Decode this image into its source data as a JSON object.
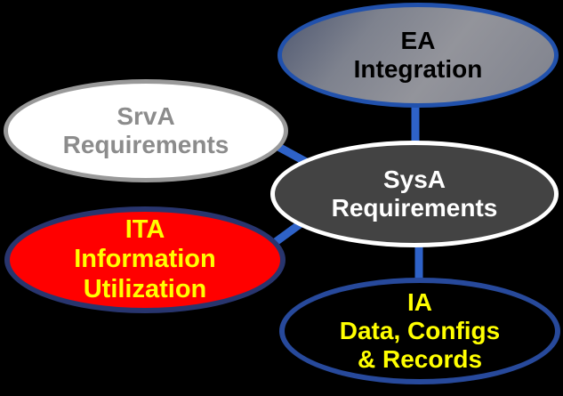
{
  "diagram": {
    "background_color": "#000000",
    "connector_color": "#2E62C8",
    "nodes": {
      "ea_integration": {
        "line1": "EA",
        "line2": "Integration",
        "fill_gradient": [
          "#4E5770",
          "#93949B",
          "#7F828D"
        ],
        "border_color": "#2151AC",
        "text_color": "#000000"
      },
      "srva_requirements": {
        "line1": "SrvA",
        "line2": "Requirements",
        "fill": "#FFFFFF",
        "border_color": "#999999",
        "text_color": "#8C8C8C"
      },
      "sysa_requirements": {
        "line1": "SysA",
        "line2": "Requirements",
        "fill": "#434343",
        "border_color": "#FFFFFF",
        "text_color": "#FFFFFF"
      },
      "ita_information_utilization": {
        "line1": "ITA",
        "line2": "Information",
        "line3": "Utilization",
        "fill": "#FF0000",
        "border_color": "#28356E",
        "text_color": "#FFFF00"
      },
      "ia_data_configs_records": {
        "line1": "IA",
        "line2": "Data, Configs",
        "line3": "& Records",
        "fill": "#000000",
        "border_color": "#27499B",
        "text_color": "#FFFF00"
      }
    },
    "connections": [
      {
        "from": "ea_integration",
        "to": "sysa_requirements"
      },
      {
        "from": "srva_requirements",
        "to": "sysa_requirements"
      },
      {
        "from": "ita_information_utilization",
        "to": "sysa_requirements"
      },
      {
        "from": "sysa_requirements",
        "to": "ia_data_configs_records"
      }
    ]
  }
}
